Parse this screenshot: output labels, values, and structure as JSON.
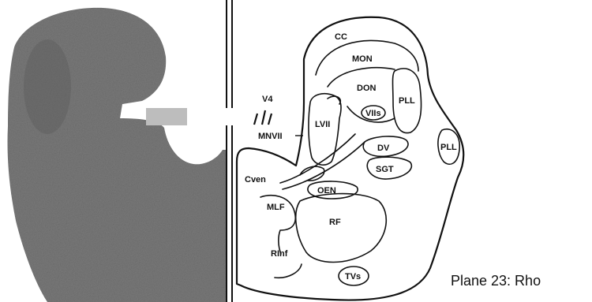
{
  "figure": {
    "caption": "Plane 23: Rho",
    "labels": {
      "cc": "CC",
      "mon": "MON",
      "don": "DON",
      "pll_inner": "PLL",
      "pll_outer": "PLL",
      "v4": "V4",
      "lvii": "LVII",
      "viis": "VIIs",
      "mnvii": "MNVII",
      "dv": "DV",
      "sgt": "SGT",
      "cven": "Cven",
      "oen": "OEN",
      "mlf": "MLF",
      "rf": "RF",
      "rinf": "RInf",
      "tvs": "TVs"
    }
  },
  "colors": {
    "tissue": "#7a7a7a",
    "tissue_dark": "#555555",
    "line": "#111111",
    "background": "#ffffff"
  }
}
